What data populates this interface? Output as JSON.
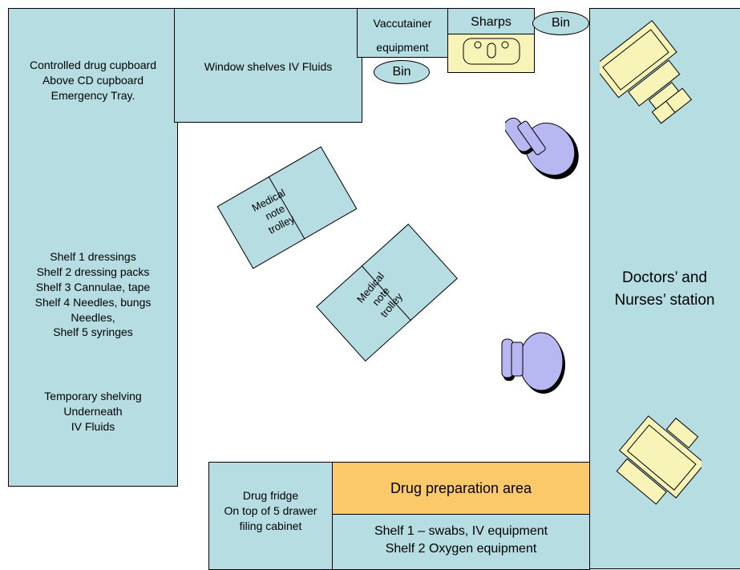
{
  "left_cupboard": {
    "top_lines": [
      "Controlled drug cupboard",
      "Above CD cupboard",
      "Emergency Tray."
    ],
    "shelf_lines": [
      "Shelf 1 dressings",
      "Shelf 2 dressing packs",
      "Shelf 3 Cannulae, tape",
      "Shelf 4 Needles, bungs",
      "Needles,",
      "Shelf 5 syringes"
    ],
    "bottom_lines": [
      "Temporary shelving",
      "Underneath",
      "IV Fluids"
    ]
  },
  "window_shelves": {
    "label": "Window shelves IV Fluids"
  },
  "vacutainer": {
    "lines": [
      "Vaccutainer",
      "equipment"
    ]
  },
  "sharps": {
    "label": "Sharps"
  },
  "bins": {
    "top_right": "Bin",
    "lower": "Bin"
  },
  "station": {
    "lines": [
      "Doctors’ and",
      "Nurses’ station"
    ]
  },
  "trolleys": [
    {
      "lines": [
        "Medical",
        "note",
        "trolley"
      ]
    },
    {
      "lines": [
        "Medical",
        "note",
        "trolley"
      ]
    }
  ],
  "fridge": {
    "lines": [
      "Drug fridge",
      "On top of 5 drawer",
      "filing cabinet"
    ]
  },
  "prep_area": {
    "label": "Drug preparation area"
  },
  "prep_shelves": {
    "lines": [
      "Shelf 1 – swabs, IV equipment",
      "Shelf 2 Oxygen equipment"
    ]
  },
  "colors": {
    "furniture": "#b6dde2",
    "prep_area": "#fbc96a",
    "sink": "#f8f4b8",
    "chair": "#b7b8f2",
    "computer": "#f8f4b8"
  },
  "icons": [
    "sink-icon",
    "office-chair-icon",
    "computer-workstation-icon"
  ]
}
